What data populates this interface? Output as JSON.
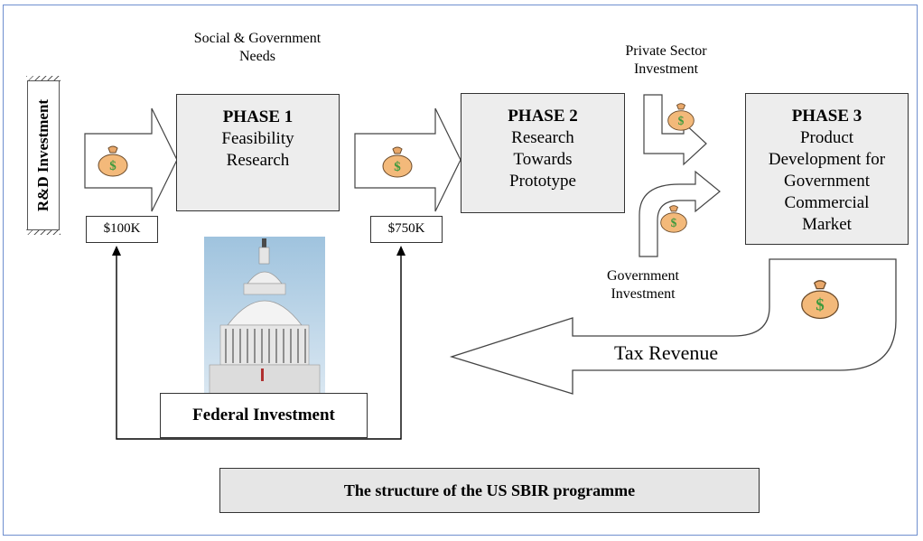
{
  "top_label": [
    "Social & Government",
    "Needs"
  ],
  "rd_label": "R&D Investment",
  "phases": [
    {
      "title": "PHASE 1",
      "lines": [
        "Feasibility",
        "Research"
      ]
    },
    {
      "title": "PHASE 2",
      "lines": [
        "Research",
        "Towards",
        "Prototype"
      ]
    },
    {
      "title": "PHASE 3",
      "lines": [
        "Product",
        "Development for",
        "Government",
        "Commercial",
        "Market"
      ]
    }
  ],
  "amounts": [
    "$100K",
    "$750K"
  ],
  "private_label": [
    "Private Sector",
    "Investment"
  ],
  "government_label": [
    "Government",
    "Investment"
  ],
  "tax_label": "Tax Revenue",
  "federal_label": "Federal Investment",
  "footer_title": "The structure of the US SBIR programme",
  "colors": {
    "frame": "#6f8fcf",
    "phase_fill": "#ededed",
    "footer_fill": "#e6e6e6",
    "bag": "#f3b97a",
    "dollar": "#3d9a3d"
  },
  "icons": [
    "money-bag-icon",
    "capitol-dome-image"
  ]
}
